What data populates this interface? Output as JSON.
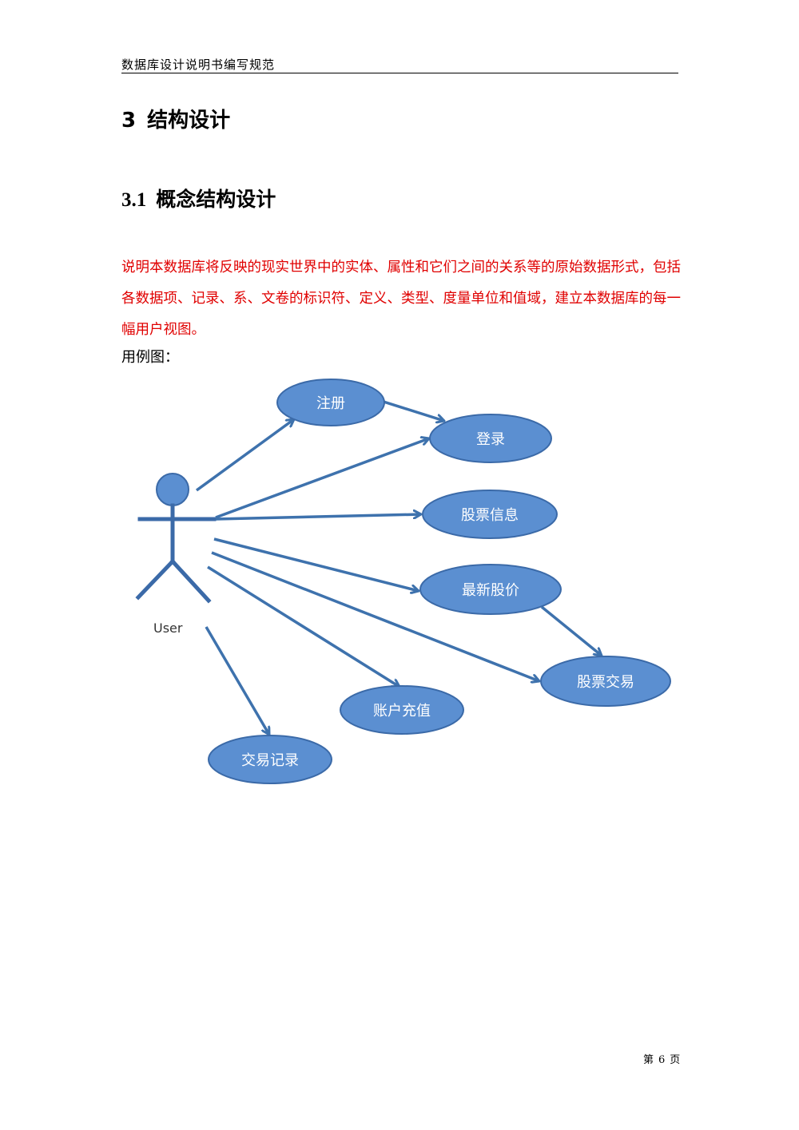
{
  "header": {
    "title": "数据库设计说明书编写规范"
  },
  "section": {
    "number": "3",
    "title": "结构设计"
  },
  "subsection": {
    "number": "3.1",
    "title": "概念结构设计"
  },
  "description": "说明本数据库将反映的现实世界中的实体、属性和它们之间的关系等的原始数据形式，包括各数据项、记录、系、文卷的标识符、定义、类型、度量单位和值域，建立本数据库的每一幅用户视图。",
  "diagram_lead": "用例图：",
  "diagram": {
    "actor_label": "User",
    "use_cases": {
      "register": "注册",
      "login": "登录",
      "stock_info": "股票信息",
      "latest_price": "最新股价",
      "stock_trade": "股票交易",
      "account_recharge": "账户充值",
      "trade_record": "交易记录"
    },
    "colors": {
      "ellipse_fill": "#5b8fd1",
      "ellipse_stroke": "#3b6aa8",
      "line": "#3e72ad"
    }
  },
  "footer": {
    "prefix": "第",
    "page": "6",
    "suffix": "页"
  }
}
